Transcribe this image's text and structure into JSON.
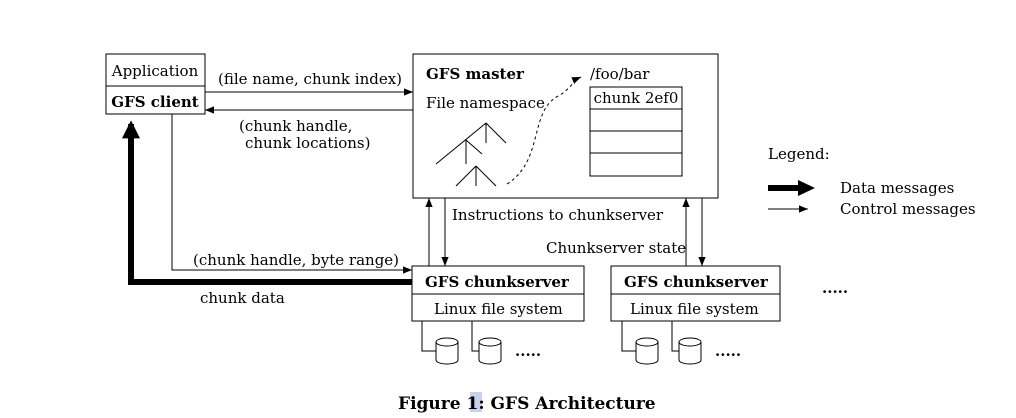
{
  "client": {
    "application_label": "Application",
    "client_label": "GFS client"
  },
  "master": {
    "title": "GFS master",
    "namespace_label": "File namespace",
    "path_label": "/foo/bar",
    "chunk_label": "chunk 2ef0"
  },
  "messages": {
    "request": "(file name, chunk index)",
    "reply_line1": "(chunk handle,",
    "reply_line2": "chunk locations)",
    "instructions": "Instructions to chunkserver",
    "state": "Chunkserver state",
    "chunk_request": "(chunk handle, byte range)",
    "chunk_data": "chunk data"
  },
  "chunkservers": [
    {
      "title": "GFS chunkserver",
      "fs_label": "Linux file system"
    },
    {
      "title": "GFS chunkserver",
      "fs_label": "Linux file system"
    }
  ],
  "ellipsis": {
    "disk_more": ".....",
    "server_more": "....."
  },
  "legend": {
    "title": "Legend:",
    "data_label": "Data messages",
    "control_label": "Control messages"
  },
  "caption": {
    "prefix": "Figure ",
    "number": "1",
    "suffix": ": GFS Architecture"
  }
}
